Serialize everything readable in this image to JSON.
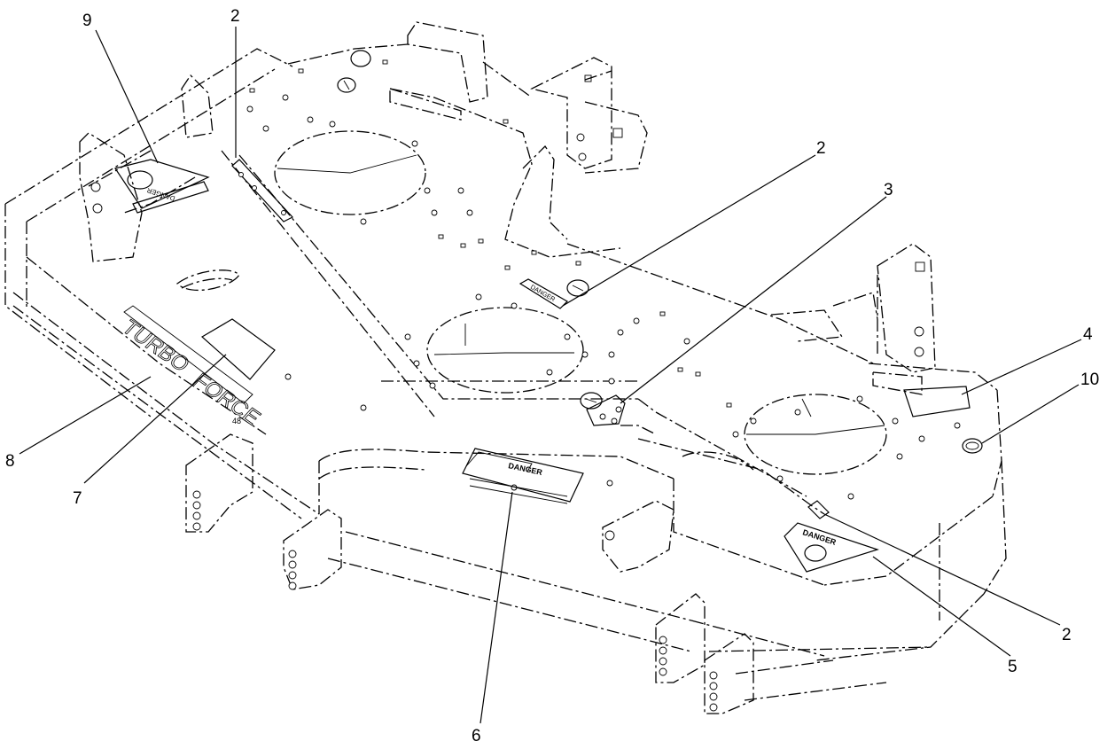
{
  "callouts": {
    "c9": "9",
    "c2_top": "2",
    "c2_mid": "2",
    "c3": "3",
    "c4": "4",
    "c10": "10",
    "c8": "8",
    "c7": "7",
    "c6": "6",
    "c5": "5",
    "c2_bottom": "2"
  },
  "decal_text": {
    "danger_small": "DANGER",
    "danger_main": "DANGER",
    "danger_skid": "DANGER",
    "decal_9": "DANGER"
  },
  "deck_emboss": {
    "brand_word_1": "TURBO",
    "brand_word_2": "FORCE",
    "size": "48"
  }
}
